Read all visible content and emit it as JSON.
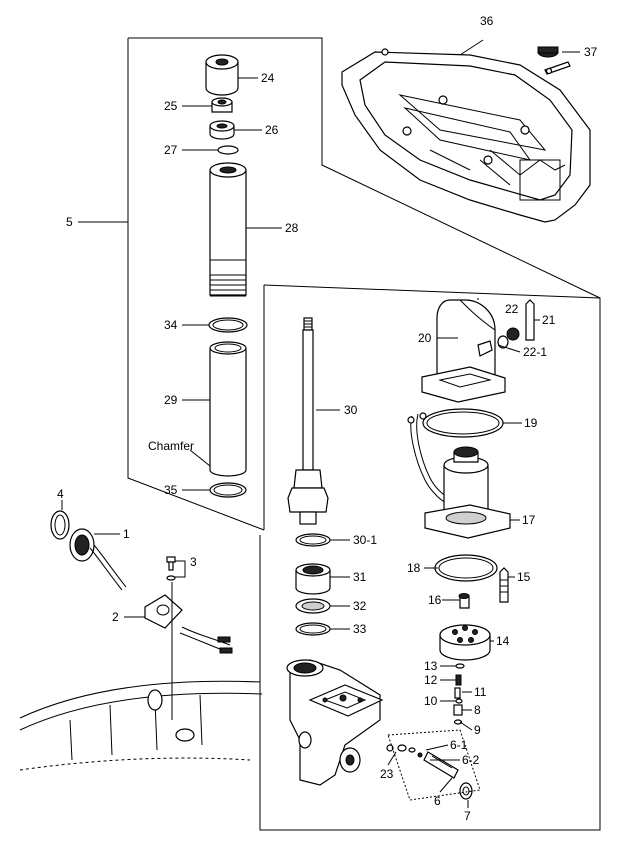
{
  "callouts": {
    "n1": "1",
    "n2": "2",
    "n3": "3",
    "n4": "4",
    "n5": "5",
    "n6": "6",
    "n6_1": "6-1",
    "n6_2": "6-2",
    "n7": "7",
    "n8": "8",
    "n9": "9",
    "n10": "10",
    "n11": "11",
    "n12": "12",
    "n13": "13",
    "n14": "14",
    "n15": "15",
    "n16": "16",
    "n17": "17",
    "n18": "18",
    "n19": "19",
    "n20": "20",
    "n21": "21",
    "n22": "22",
    "n22_1": "22-1",
    "n23": "23",
    "n24": "24",
    "n25": "25",
    "n26": "26",
    "n27": "27",
    "n28": "28",
    "n29": "29",
    "n30": "30",
    "n30_1": "30-1",
    "n31": "31",
    "n32": "32",
    "n33": "33",
    "n34": "34",
    "n35": "35",
    "n36": "36",
    "n37": "37"
  },
  "annotations": {
    "chamfer": "Chamfer"
  },
  "icons": {
    "cowling": "bottom-cowling-icon",
    "cylinder": "trim-cylinder-icon",
    "motor": "tilt-motor-icon",
    "pump": "pump-body-icon"
  }
}
